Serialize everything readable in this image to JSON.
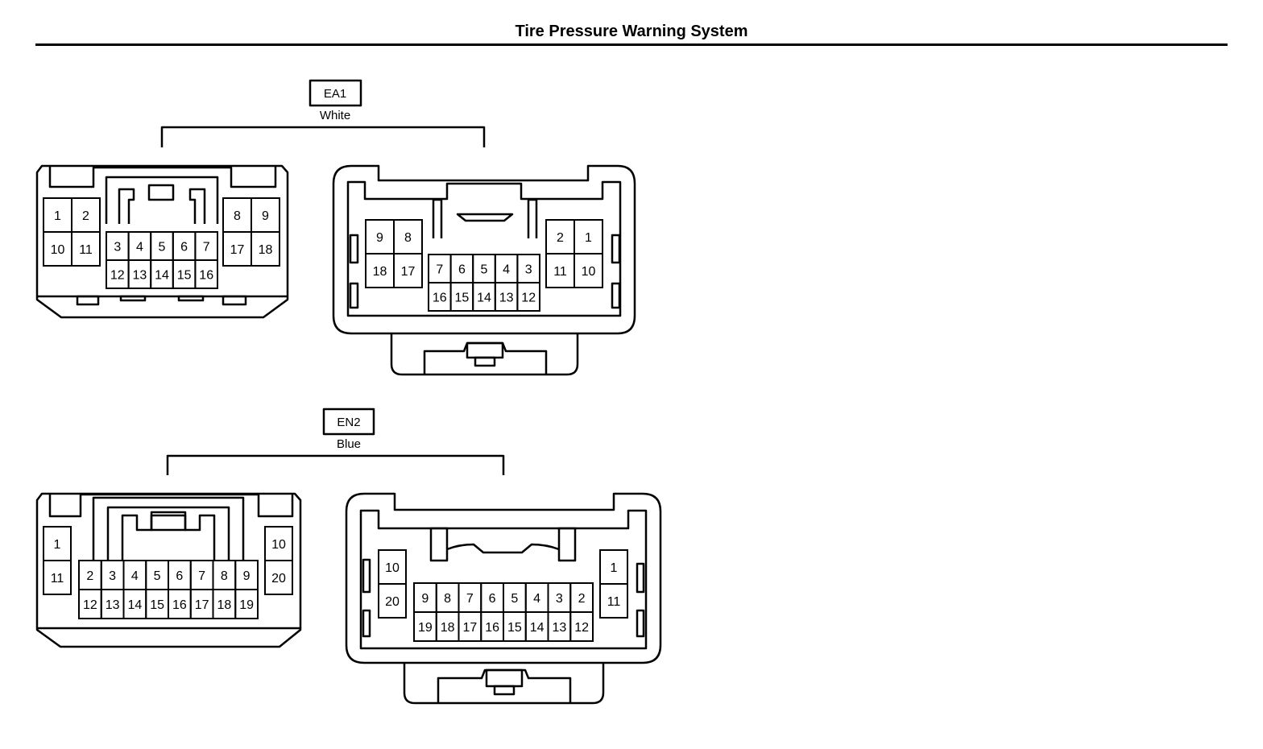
{
  "page": {
    "title": "Tire Pressure Warning System"
  },
  "connectors": [
    {
      "code": "EA1",
      "color": "White",
      "male": {
        "left_top": [
          "1",
          "2"
        ],
        "left_bottom": [
          "10",
          "11"
        ],
        "mid_top": [
          "3",
          "4",
          "5",
          "6",
          "7"
        ],
        "mid_bottom": [
          "12",
          "13",
          "14",
          "15",
          "16"
        ],
        "right_top": [
          "8",
          "9"
        ],
        "right_bottom": [
          "17",
          "18"
        ]
      },
      "female": {
        "left_top": [
          "9",
          "8"
        ],
        "left_bottom": [
          "18",
          "17"
        ],
        "mid_top": [
          "7",
          "6",
          "5",
          "4",
          "3"
        ],
        "mid_bottom": [
          "16",
          "15",
          "14",
          "13",
          "12"
        ],
        "right_top": [
          "2",
          "1"
        ],
        "right_bottom": [
          "11",
          "10"
        ]
      }
    },
    {
      "code": "EN2",
      "color": "Blue",
      "male": {
        "left_top": [
          "1"
        ],
        "left_bottom": [
          "11"
        ],
        "mid_top": [
          "2",
          "3",
          "4",
          "5",
          "6",
          "7",
          "8",
          "9"
        ],
        "mid_bottom": [
          "12",
          "13",
          "14",
          "15",
          "16",
          "17",
          "18",
          "19"
        ],
        "right_top": [
          "10"
        ],
        "right_bottom": [
          "20"
        ]
      },
      "female": {
        "left_top": [
          "10"
        ],
        "left_bottom": [
          "20"
        ],
        "mid_top": [
          "9",
          "8",
          "7",
          "6",
          "5",
          "4",
          "3",
          "2"
        ],
        "mid_bottom": [
          "19",
          "18",
          "17",
          "16",
          "15",
          "14",
          "13",
          "12"
        ],
        "right_top": [
          "1"
        ],
        "right_bottom": [
          "11"
        ]
      }
    }
  ]
}
